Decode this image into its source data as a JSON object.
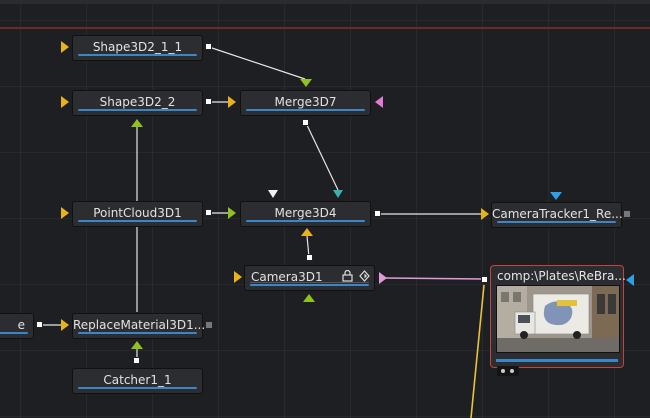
{
  "nodes": {
    "shape3d2_1_1": {
      "label": "Shape3D2_1_1"
    },
    "shape3d2_2": {
      "label": "Shape3D2_2"
    },
    "merge3d7": {
      "label": "Merge3D7"
    },
    "pointcloud3d1": {
      "label": "PointCloud3D1"
    },
    "merge3d4": {
      "label": "Merge3D4"
    },
    "cameratracker": {
      "label": "CameraTracker1_Re..."
    },
    "camera3d1": {
      "label": "Camera3D1",
      "lock_icon": "lock-icon",
      "diamond_icon": "diamond-icon"
    },
    "replacematerial": {
      "label": "ReplaceMaterial3D1..."
    },
    "catcher": {
      "label": "Catcher1_1"
    },
    "partial_left": {
      "label": "e"
    },
    "comp_plates": {
      "label": "comp:\\Plates\\ReBra..."
    }
  },
  "colors": {
    "background": "#1e1f22",
    "node": "#2b2d31",
    "bar": "#3a86c8",
    "input_yellow": "#e8b21a",
    "input_green": "#8ec21c",
    "input_pink": "#e07ad6",
    "input_blue": "#2f9ee8",
    "input_teal": "#3ab0b0",
    "wire_pink": "#e39ad8",
    "wire_yellow": "#e8c23a",
    "selected_border": "#c2453d"
  }
}
